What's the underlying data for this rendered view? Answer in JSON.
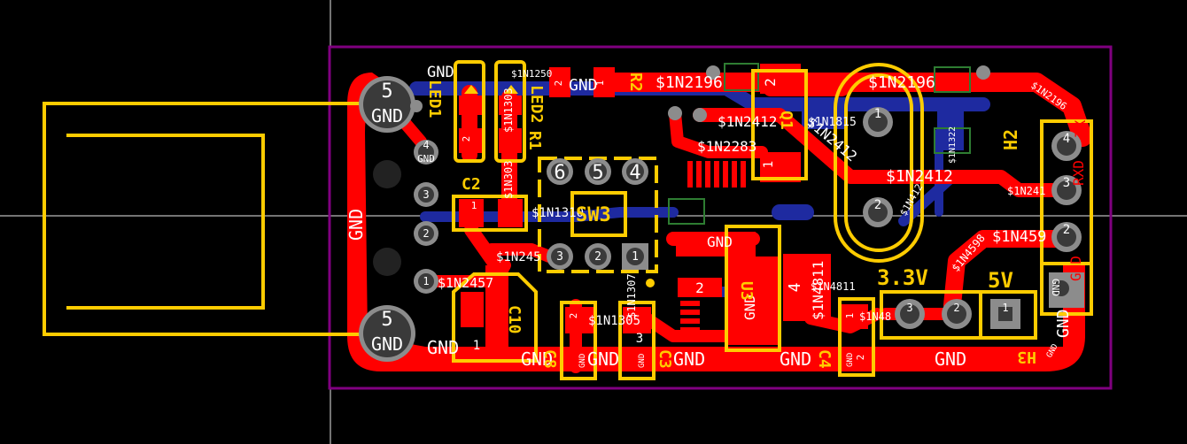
{
  "colors": {
    "background": "#000000",
    "board_outline": "#800080",
    "top_copper": "#ff0000",
    "bottom_copper": "#1e2aa0",
    "silkscreen": "#ffcc00",
    "pad": "#8c8c8c",
    "pad_dark": "#3a3a3a",
    "label": "#ffffff",
    "courtyard": "#2e7d32"
  },
  "usb": {
    "shield_pad_top_num": "5",
    "shield_pad_top_net": "GND",
    "shield_pad_bottom_num": "5",
    "shield_pad_bottom_net": "GND",
    "pin1": "1",
    "pin2": "2",
    "pin3": "3",
    "pin4": "4",
    "pin4_net": "GND"
  },
  "refdes": {
    "led1": "LED1",
    "led2": "LED2",
    "r1": "R1",
    "r2": "R2",
    "c2": "C2",
    "c10": "C10",
    "sw3": "SW3",
    "q1": "Q1",
    "h2": "H2",
    "h3": "H3",
    "c3": "C3",
    "c4": "C4",
    "u3": "U3",
    "c8": "C8"
  },
  "nets": {
    "n2196": "$1N2196",
    "n2412": "$1N2412",
    "n2283": "$1N2283",
    "n1815": "$1N1815",
    "n1322": "$1N1322",
    "n1250": "$1N1250",
    "n1303": "$1N1303",
    "n1310": "$1N1310",
    "n245": "$1N245",
    "n2457": "$1N2457",
    "n1305": "$1N1305",
    "n1307": "$1N1307",
    "n4811": "$1N4811",
    "n4598": "$1N4598",
    "n459": "$1N459",
    "n241": "$1N241",
    "n48": "$1N48",
    "n412": "$1N412",
    "n303": "$1N303",
    "gnd": "GND",
    "txd": "TXD",
    "rxd": "RXD"
  },
  "silk_labels": {
    "v33": "3.3V",
    "v5": "5V"
  },
  "pins": {
    "sw_pins_top": [
      "6",
      "5",
      "4"
    ],
    "sw_pins_bottom": [
      "3",
      "2",
      "1"
    ],
    "crystal_pin1": "1",
    "crystal_pin2": "2",
    "header_h2": [
      "4",
      "3",
      "2"
    ],
    "header_h3": [
      "3",
      "2",
      "1"
    ],
    "pad_1": "1",
    "pad_2": "2",
    "pad_3": "3",
    "pad_4": "4"
  }
}
